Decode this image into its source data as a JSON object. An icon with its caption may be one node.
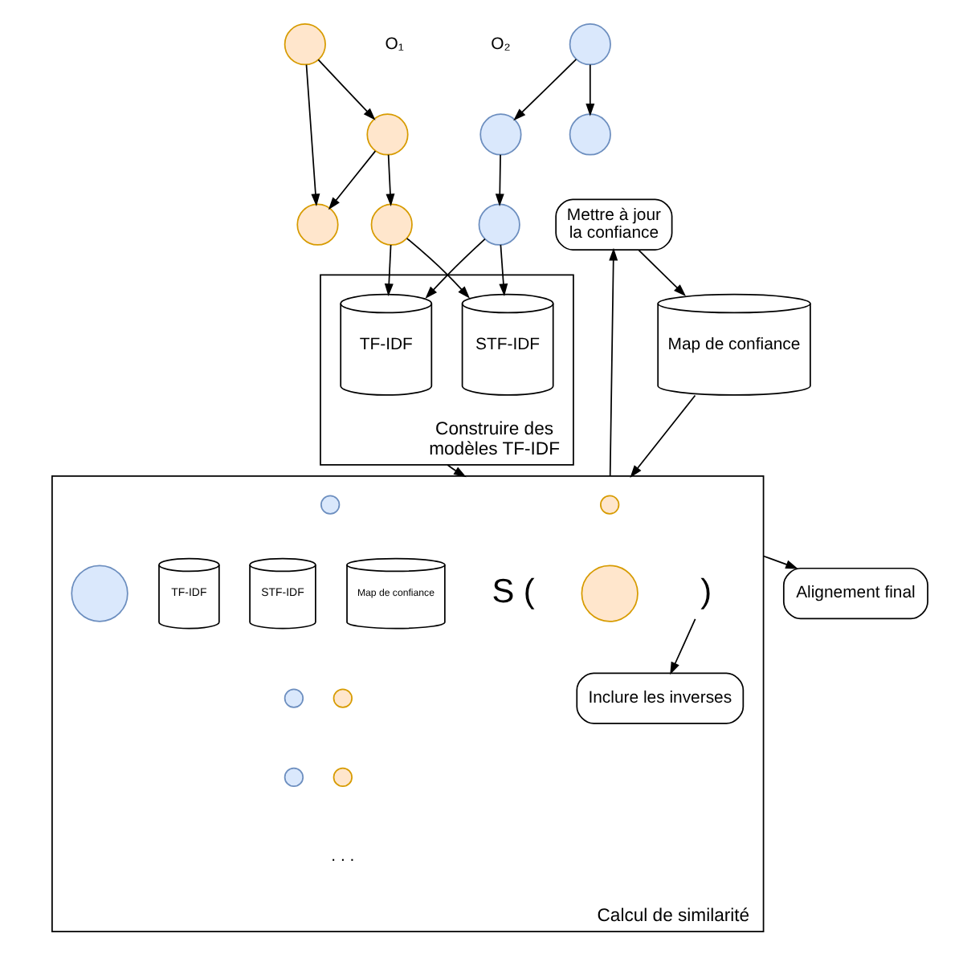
{
  "diagram": {
    "nodes": [
      {
        "text": [],
        "shape": "circle"
      },
      {
        "text": [],
        "shape": "circle"
      },
      {
        "text": [],
        "shape": "circle"
      },
      {
        "text": [],
        "shape": "circle"
      },
      {
        "text": [],
        "shape": "circle"
      },
      {
        "text": [],
        "shape": "circle"
      },
      {
        "text": [],
        "shape": "circle"
      },
      {
        "text": [],
        "shape": "circle"
      },
      {
        "text": [
          "Construire des modèles TF-IDF"
        ]
      },
      {
        "text": [
          "TF-IDF"
        ],
        "in": 8
      },
      {
        "text": [
          "STF-IDF"
        ],
        "in": 8
      },
      {
        "text": [
          "Calcul de similarité"
        ]
      },
      {
        "text": [],
        "shape": "circle",
        "in": 11
      },
      {
        "text": [],
        "shape": "circle",
        "in": 11
      },
      {
        "text": [],
        "shape": "circle",
        "in": 11
      },
      {
        "text": [],
        "shape": "circle",
        "in": 11
      },
      {
        "text": [
          "TF-IDF"
        ],
        "in": 11
      },
      {
        "text": [
          "STF-IDF"
        ],
        "in": 11
      },
      {
        "text": [
          "Map de confiance"
        ],
        "in": 11
      },
      {
        "text": [
          ")"
        ],
        "in": 11
      },
      {
        "text": [],
        "shape": "circle",
        "in": 11
      },
      {
        "text": [],
        "shape": "circle",
        "in": 11
      },
      {
        "text": [],
        "shape": "circle",
        "in": 11
      },
      {
        "text": [],
        "shape": "circle",
        "in": 11
      },
      {
        "text": [
          "Inclure les inverses"
        ],
        "in": 11
      },
      {
        "text": [
          "Alignement final"
        ]
      },
      {
        "text": [
          "Mettre à jour la confiance"
        ]
      },
      {
        "text": [
          "Map de confiance"
        ]
      }
    ],
    "edges": [
      {
        "from": 0,
        "to": 1,
        "arrow": "to"
      },
      {
        "from": 0,
        "to": 2,
        "arrow": "to"
      },
      {
        "from": 1,
        "to": 2,
        "arrow": "to"
      },
      {
        "from": 1,
        "to": 3,
        "arrow": "to"
      },
      {
        "from": 5,
        "to": 4,
        "arrow": "to"
      },
      {
        "from": 7,
        "to": 5,
        "arrow": "to"
      },
      {
        "from": 7,
        "to": 6,
        "arrow": "to"
      },
      {
        "from": 3,
        "to": 9,
        "arrow": "to"
      },
      {
        "from": 3,
        "to": 10,
        "arrow": "to"
      },
      {
        "from": 4,
        "to": 9,
        "arrow": "to"
      },
      {
        "from": 4,
        "to": 10,
        "arrow": "to"
      },
      {
        "from": 8,
        "to": 11,
        "arrow": "to"
      },
      {
        "from": 19,
        "to": 24,
        "arrow": "to"
      },
      {
        "from": 11,
        "to": 25,
        "arrow": "to"
      },
      {
        "from": 11,
        "to": 26,
        "arrow": "to"
      },
      {
        "from": 26,
        "to": 27,
        "arrow": "to"
      },
      {
        "from": 27,
        "to": 11,
        "arrow": "to"
      }
    ],
    "labels": [
      "O₁",
      "O₂",
      "S (",
      ". . ."
    ]
  }
}
